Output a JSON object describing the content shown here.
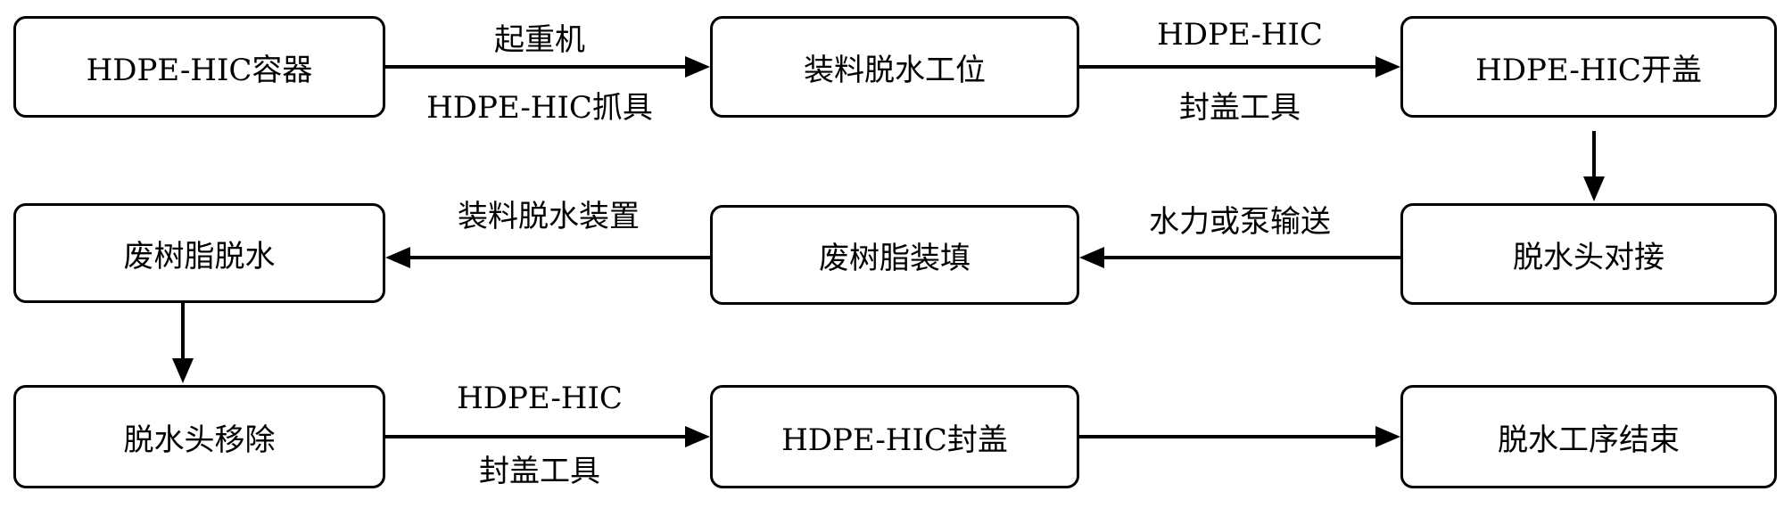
{
  "nodes": {
    "hic_container": "HDPE-HIC容器",
    "loading_station": "装料脱水工位",
    "hic_open_lid": "HDPE-HIC开盖",
    "dewater_head_dock": "脱水头对接",
    "resin_filling": "废树脂装填",
    "resin_dewatering": "废树脂脱水",
    "dewater_head_remove": "脱水头移除",
    "hic_seal_lid": "HDPE-HIC封盖",
    "process_end": "脱水工序结束"
  },
  "edge_labels": {
    "e1_top": "起重机",
    "e1_bottom": "HDPE-HIC抓具",
    "e2_top": "HDPE-HIC",
    "e2_bottom": "封盖工具",
    "e4_top": "水力或泵输送",
    "e5_top": "装料脱水装置",
    "e7_top": "HDPE-HIC",
    "e7_bottom": "封盖工具"
  }
}
